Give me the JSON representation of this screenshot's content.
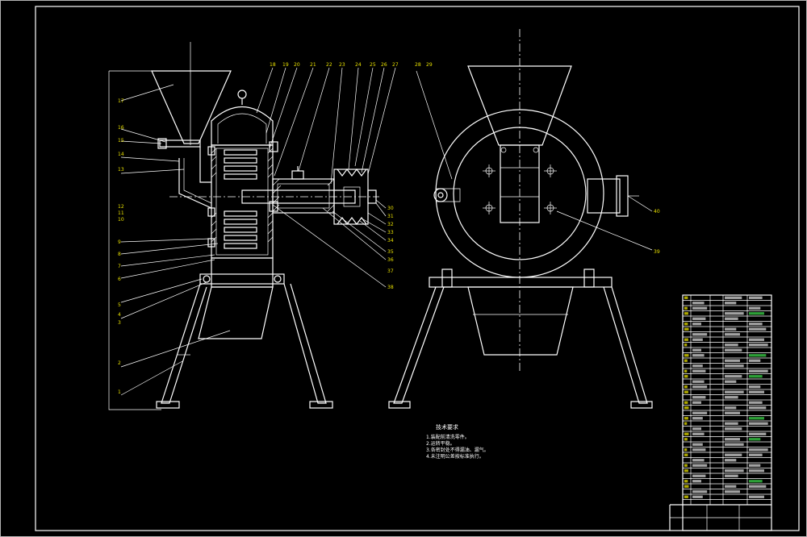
{
  "colors": {
    "background": "#000000",
    "linework": "#ffffff",
    "labels": "#e8e000",
    "accent": "#3cd44a"
  },
  "left_view_labels": [
    "17",
    "16",
    "15",
    "14",
    "13",
    "12",
    "11",
    "10",
    "9",
    "8",
    "7",
    "6",
    "5",
    "4",
    "3",
    "2",
    "1"
  ],
  "top_labels": [
    "18",
    "19",
    "20",
    "21",
    "22",
    "23",
    "24",
    "25",
    "26",
    "27",
    "28",
    "29"
  ],
  "right_side_labels": [
    "30",
    "31",
    "32",
    "33",
    "34",
    "35",
    "36",
    "37",
    "38"
  ],
  "side_view_labels": [
    "39",
    "40"
  ],
  "tech_req": {
    "title": "技术要求",
    "lines": [
      "1.装配前清洗零件。",
      "2.运转平稳。",
      "3.各密封处不得漏油、漏气。",
      "4.未注明公差按标准执行。"
    ]
  }
}
